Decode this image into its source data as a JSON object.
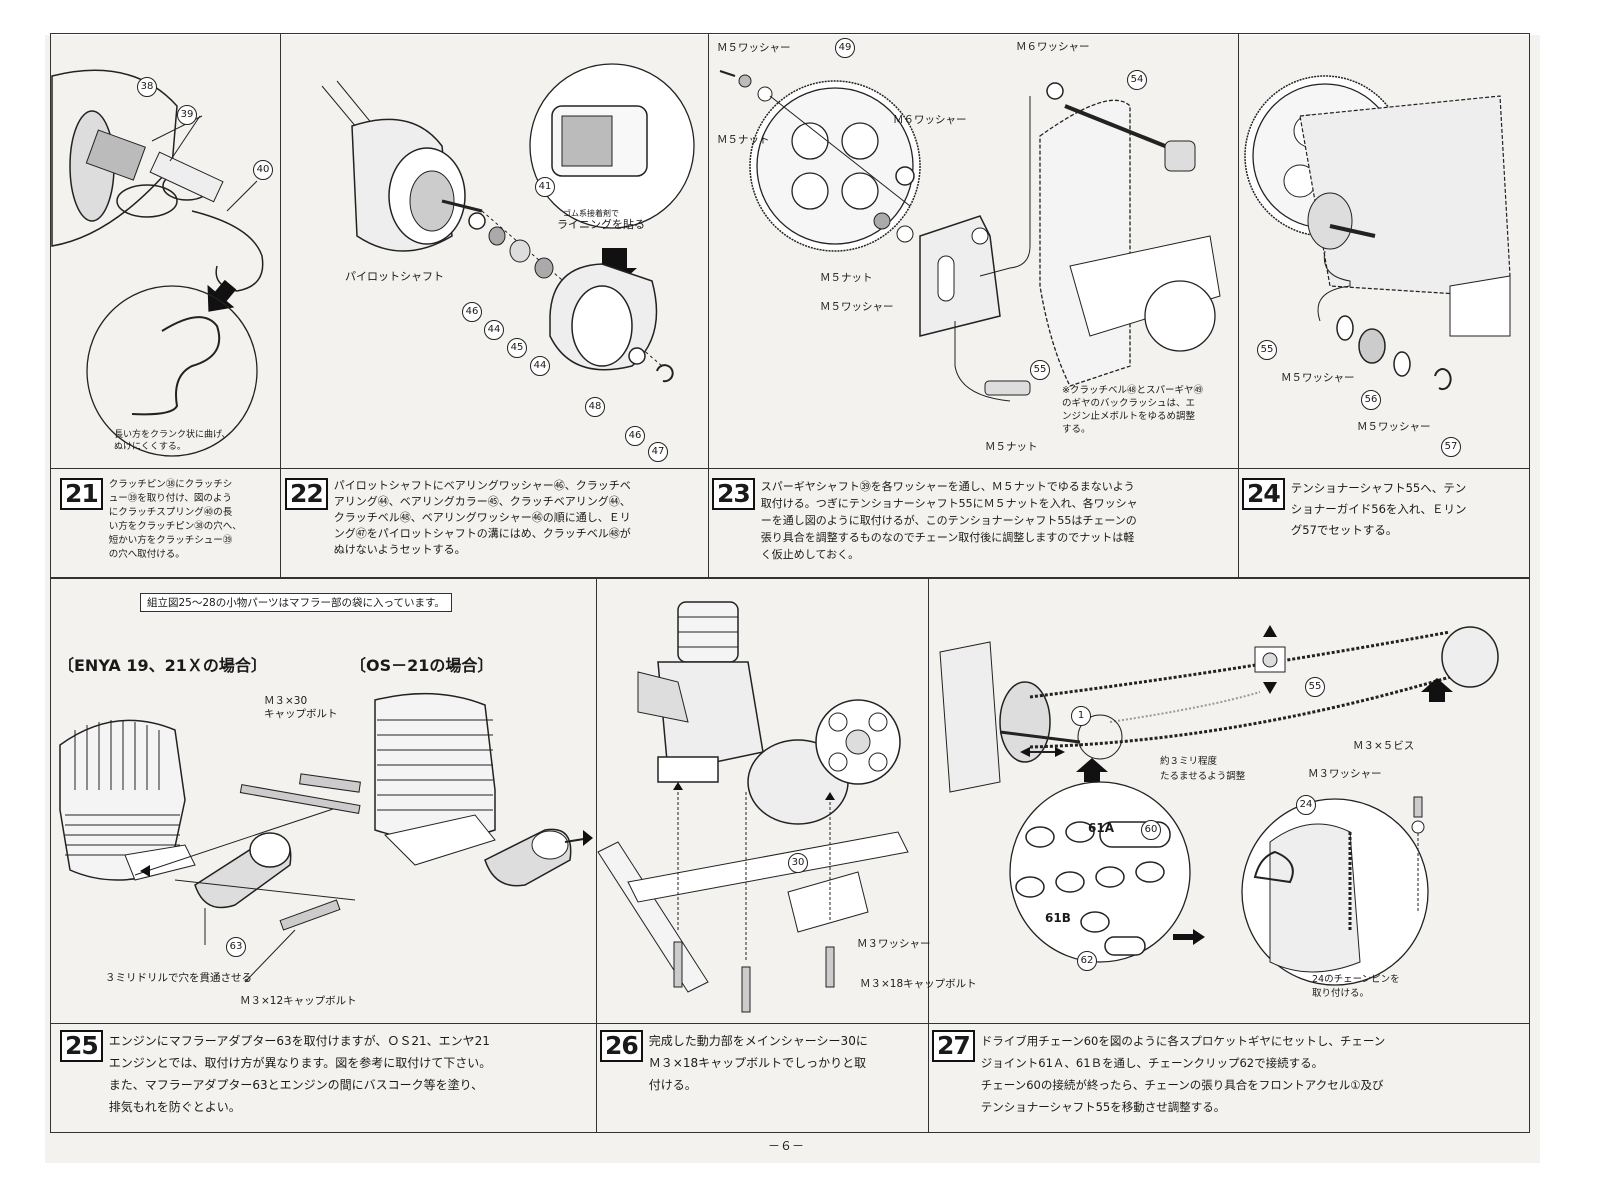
{
  "top_panels": {
    "p21": {
      "parts": [
        "38",
        "39",
        "40"
      ],
      "note": "長い方をクランク状に曲げ、\nぬけにくくする。"
    },
    "p22": {
      "parts": [
        "41",
        "46",
        "44",
        "45",
        "44",
        "48",
        "46",
        "47"
      ],
      "pilot_shaft": "パイロットシャフト",
      "lining_small": "ゴム系接着剤で",
      "lining": "ライニングを貼る"
    },
    "p23": {
      "parts": [
        "49",
        "54",
        "55"
      ],
      "m5_washer_1": "Ｍ５ワッシャー",
      "m5_nut_1": "Ｍ５ナット",
      "m6_washer_1": "Ｍ６ワッシャー",
      "m6_washer_2": "Ｍ６ワッシャー",
      "m5_nut_2": "Ｍ５ナット",
      "m5_washer_2": "Ｍ５ワッシャー",
      "m5_nut_3": "Ｍ５ナット",
      "note": "※クラッチベル㊽とスパーギヤ㊾\nのギヤのバックラッシュは、エ\nンジン止メボルトをゆるめ調整\nする。"
    },
    "p24": {
      "parts": [
        "55",
        "56",
        "57"
      ],
      "m5_washer_1": "Ｍ５ワッシャー",
      "m5_washer_2": "Ｍ５ワッシャー"
    }
  },
  "steps_top": [
    {
      "num": "21",
      "text": "クラッチピン㊳にクラッチシ\nュー㊴を取り付け、図のよう\nにクラッチスプリング㊵の長\nい方をクラッチピン㊳の穴へ、\n短かい方をクラッチシュー㊴\nの穴へ取付ける。"
    },
    {
      "num": "22",
      "text": "パイロットシャフトにベアリングワッシャー㊻、クラッチベ\nアリング㊹、ベアリングカラー㊺、クラッチベアリング㊹、\nクラッチベル㊽、ベアリングワッシャー㊻の順に通し、Ｅリ\nング㊼をパイロットシャフトの溝にはめ、クラッチベル㊽が\nぬけないようセットする。"
    },
    {
      "num": "23",
      "text": "スパーギヤシャフト㊴を各ワッシャーを通し、Ｍ５ナットでゆるまないよう\n取付ける。つぎにテンショナーシャフト55にＭ５ナットを入れ、各ワッシャ\nーを通し図のように取付けるが、このテンショナーシャフト55はチェーンの\n張り具合を調整するものなのでチェーン取付後に調整しますのでナットは軽\nく仮止めしておく。"
    },
    {
      "num": "24",
      "text": "テンショナーシャフト55へ、テン\nショナーガイド56を入れ、Ｅリン\nグ57でセットする。"
    }
  ],
  "bottom_panels": {
    "p25": {
      "box_note": "組立図25～28の小物パーツはマフラー部の袋に入っています。",
      "enya": "〔ENYA 19、21Ｘの場合〕",
      "os": "〔OS－21の場合〕",
      "m3x30": "Ｍ３×30\nキャップボルト",
      "drill": "３ミリドリルで穴を貫通させる",
      "m3x12": "Ｍ３×12キャップボルト",
      "part": "63"
    },
    "p26": {
      "part": "30",
      "m3_washer": "Ｍ３ワッシャー",
      "m3x18": "Ｍ３×18キャップボルト"
    },
    "p27": {
      "parts": [
        "1",
        "55",
        "24",
        "60",
        "62"
      ],
      "sag": "約３ミリ程度\nたるませるよう調整",
      "m3x5": "Ｍ３×５ビス",
      "m3_washer": "Ｍ３ワッシャー",
      "part_61a": "61A",
      "part_61b": "61B",
      "pin": "24のチェーンピンを\n取り付ける。"
    }
  },
  "steps_bottom": [
    {
      "num": "25",
      "text": "エンジンにマフラーアダプター63を取付けますが、ＯＳ21、エンヤ21\nエンジンとでは、取付け方が異なります。図を参考に取付けて下さい。\nまた、マフラーアダプター63とエンジンの間にバスコーク等を塗り、\n排気もれを防ぐとよい。"
    },
    {
      "num": "26",
      "text": "完成した動力部をメインシャーシー30に\nＭ３×18キャップボルトでしっかりと取\n付ける。"
    },
    {
      "num": "27",
      "text": "ドライブ用チェーン60を図のように各スプロケットギヤにセットし、チェーン\nジョイント61Ａ、61Ｂを通し、チェーンクリップ62で接続する。\nチェーン60の接続が終ったら、チェーンの張り具合をフロントアクセル①及び\nテンショナーシャフト55を移動させ調整する。"
    }
  ],
  "page_number": "－６－"
}
